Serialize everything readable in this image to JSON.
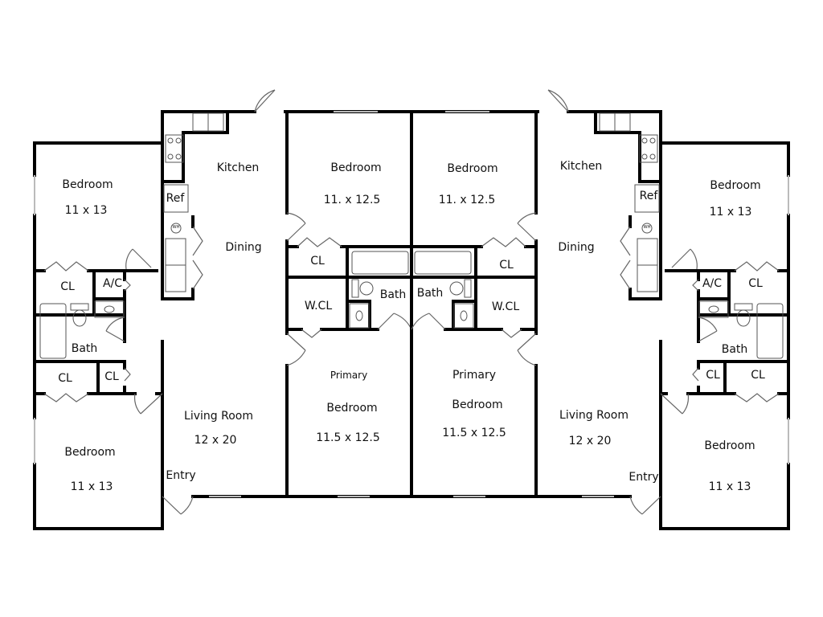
{
  "title": "Duplex floor plan",
  "colors": {
    "wall": "#000000",
    "window": "#bdbdbd",
    "fixture": "#555555"
  },
  "units": [
    {
      "kitchen": "Kitchen",
      "dining": "Dining",
      "ref": "Ref",
      "wh": "WH",
      "living": "Living Room",
      "living_size": "12 x 20",
      "entry": "Entry",
      "bed_top": "Bedroom",
      "bed_top_size": "11 x 13",
      "bed_bottom": "Bedroom",
      "bed_bottom_size": "11 x 13",
      "bath_side": "Bath",
      "cl1": "CL",
      "ac": "A/C",
      "cl2": "CL",
      "cl3": "CL",
      "bed_center": "Bedroom",
      "bed_center_size": "11. x 12.5",
      "cl_center": "CL",
      "wcl": "W.CL",
      "bath_center": "Bath",
      "primary": "Primary",
      "primary_bed": "Bedroom",
      "primary_size": "11.5 x 12.5"
    },
    {
      "kitchen": "Kitchen",
      "dining": "Dining",
      "ref": "Ref",
      "wh": "WH",
      "living": "Living Room",
      "living_size": "12 x 20",
      "entry": "Entry",
      "bed_top": "Bedroom",
      "bed_top_size": "11 x 13",
      "bed_bottom": "Bedroom",
      "bed_bottom_size": "11 x 13",
      "bath_side": "Bath",
      "cl1": "CL",
      "ac": "A/C",
      "cl2": "CL",
      "cl3": "CL",
      "bed_center": "Bedroom",
      "bed_center_size": "11. x 12.5",
      "cl_center": "CL",
      "wcl": "W.CL",
      "bath_center": "Bath",
      "primary": "Primary",
      "primary_bed": "Bedroom",
      "primary_size": "11.5 x 12.5"
    }
  ]
}
